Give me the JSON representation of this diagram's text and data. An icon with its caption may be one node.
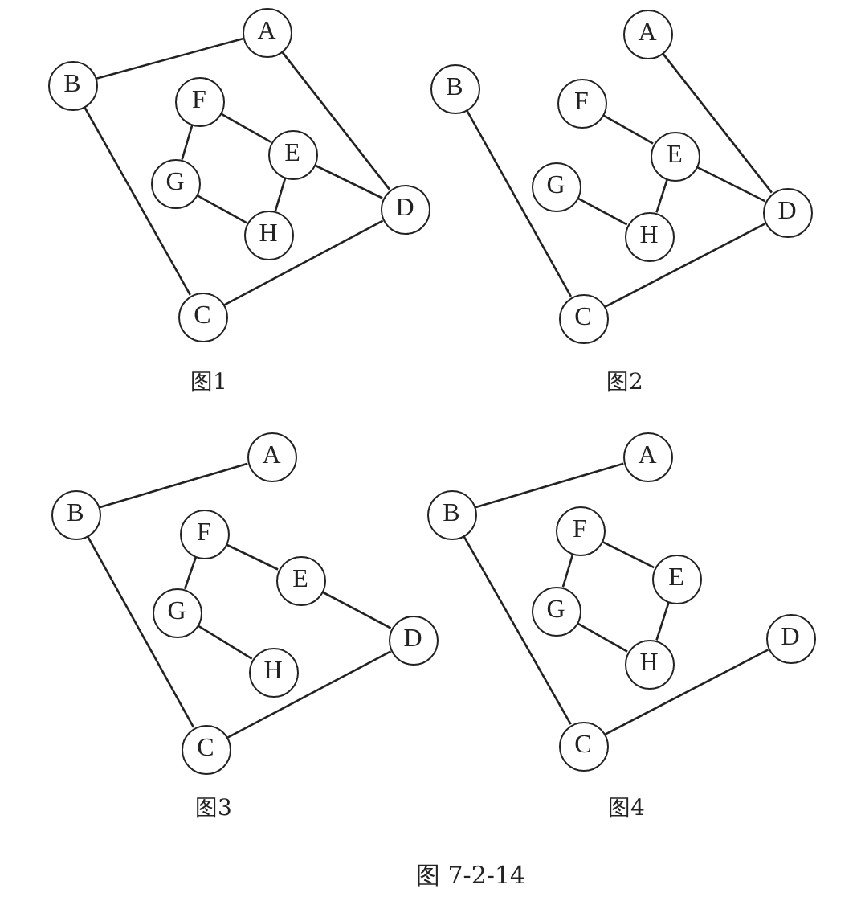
{
  "diagram": {
    "caption": "图 7-2-14",
    "nodes": [
      {
        "text": [
          "A"
        ]
      },
      {
        "text": [
          "B"
        ]
      },
      {
        "text": [
          "F"
        ]
      },
      {
        "text": [
          "E"
        ]
      },
      {
        "text": [
          "G"
        ]
      },
      {
        "text": [
          "D"
        ]
      },
      {
        "text": [
          "H"
        ]
      },
      {
        "text": [
          "C"
        ]
      },
      {
        "text": [
          "A"
        ]
      },
      {
        "text": [
          "B"
        ]
      },
      {
        "text": [
          "F"
        ]
      },
      {
        "text": [
          "E"
        ]
      },
      {
        "text": [
          "G"
        ]
      },
      {
        "text": [
          "D"
        ]
      },
      {
        "text": [
          "H"
        ]
      },
      {
        "text": [
          "C"
        ]
      },
      {
        "text": [
          "A"
        ]
      },
      {
        "text": [
          "B"
        ]
      },
      {
        "text": [
          "F"
        ]
      },
      {
        "text": [
          "E"
        ]
      },
      {
        "text": [
          "G"
        ]
      },
      {
        "text": [
          "D"
        ]
      },
      {
        "text": [
          "H"
        ]
      },
      {
        "text": [
          "C"
        ]
      },
      {
        "text": [
          "A"
        ]
      },
      {
        "text": [
          "B"
        ]
      },
      {
        "text": [
          "F"
        ]
      },
      {
        "text": [
          "E"
        ]
      },
      {
        "text": [
          "G"
        ]
      },
      {
        "text": [
          "D"
        ]
      },
      {
        "text": [
          "H"
        ]
      },
      {
        "text": [
          "C"
        ]
      }
    ],
    "edges": [
      {
        "from": 0,
        "to": 1,
        "arrow": "none"
      },
      {
        "from": 0,
        "to": 5,
        "arrow": "none"
      },
      {
        "from": 1,
        "to": 7,
        "arrow": "none"
      },
      {
        "from": 7,
        "to": 5,
        "arrow": "none"
      },
      {
        "from": 2,
        "to": 3,
        "arrow": "none"
      },
      {
        "from": 2,
        "to": 4,
        "arrow": "none"
      },
      {
        "from": 3,
        "to": 5,
        "arrow": "none"
      },
      {
        "from": 3,
        "to": 6,
        "arrow": "none"
      },
      {
        "from": 4,
        "to": 6,
        "arrow": "none"
      },
      {
        "from": 8,
        "to": 13,
        "arrow": "none"
      },
      {
        "from": 9,
        "to": 15,
        "arrow": "none"
      },
      {
        "from": 15,
        "to": 13,
        "arrow": "none"
      },
      {
        "from": 10,
        "to": 11,
        "arrow": "none"
      },
      {
        "from": 11,
        "to": 13,
        "arrow": "none"
      },
      {
        "from": 11,
        "to": 14,
        "arrow": "none"
      },
      {
        "from": 12,
        "to": 14,
        "arrow": "none"
      },
      {
        "from": 16,
        "to": 17,
        "arrow": "none"
      },
      {
        "from": 17,
        "to": 23,
        "arrow": "none"
      },
      {
        "from": 23,
        "to": 21,
        "arrow": "none"
      },
      {
        "from": 18,
        "to": 19,
        "arrow": "none"
      },
      {
        "from": 18,
        "to": 20,
        "arrow": "none"
      },
      {
        "from": 19,
        "to": 21,
        "arrow": "none"
      },
      {
        "from": 20,
        "to": 22,
        "arrow": "none"
      },
      {
        "from": 24,
        "to": 25,
        "arrow": "none"
      },
      {
        "from": 25,
        "to": 31,
        "arrow": "none"
      },
      {
        "from": 31,
        "to": 29,
        "arrow": "none"
      },
      {
        "from": 26,
        "to": 27,
        "arrow": "none"
      },
      {
        "from": 26,
        "to": 28,
        "arrow": "none"
      },
      {
        "from": 27,
        "to": 30,
        "arrow": "none"
      },
      {
        "from": 28,
        "to": 30,
        "arrow": "none"
      }
    ],
    "labels": [
      "图1",
      "图2",
      "图3",
      "图4"
    ]
  }
}
